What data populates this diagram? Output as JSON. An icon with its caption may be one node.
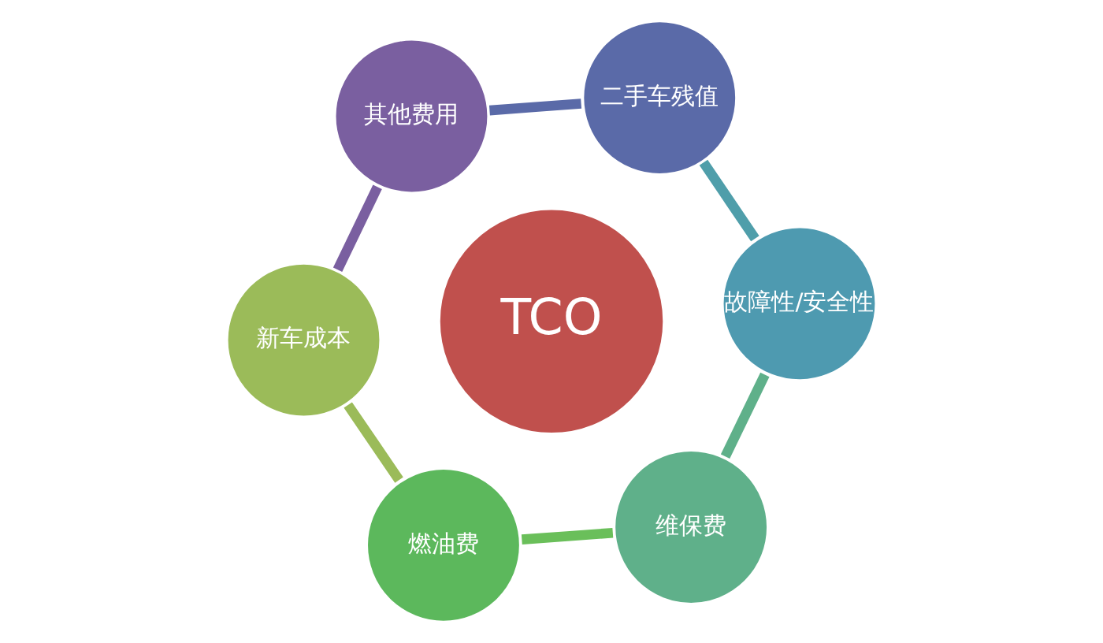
{
  "diagram": {
    "nodes": [
      {
        "text": [
          "新车成本"
        ]
      },
      {
        "text": [
          "燃油费"
        ]
      },
      {
        "text": [
          "维保费"
        ]
      },
      {
        "text": [
          "故障性/安全性"
        ]
      },
      {
        "text": [
          "二手车残值"
        ]
      },
      {
        "text": [
          "其他费用"
        ]
      },
      {
        "text": [
          "TCO"
        ]
      }
    ],
    "edges": [
      {
        "from": 0,
        "to": 1,
        "arrow": "none",
        "color": "#9bbb59"
      },
      {
        "from": 1,
        "to": 2,
        "arrow": "none",
        "color": "#6abf5a"
      },
      {
        "from": 2,
        "to": 3,
        "arrow": "none",
        "color": "#5fb08a"
      },
      {
        "from": 3,
        "to": 4,
        "arrow": "none",
        "color": "#4f9eaa"
      },
      {
        "from": 4,
        "to": 5,
        "arrow": "none",
        "color": "#5a6aa8"
      },
      {
        "from": 5,
        "to": 0,
        "arrow": "none",
        "color": "#7a5fa0"
      }
    ]
  }
}
